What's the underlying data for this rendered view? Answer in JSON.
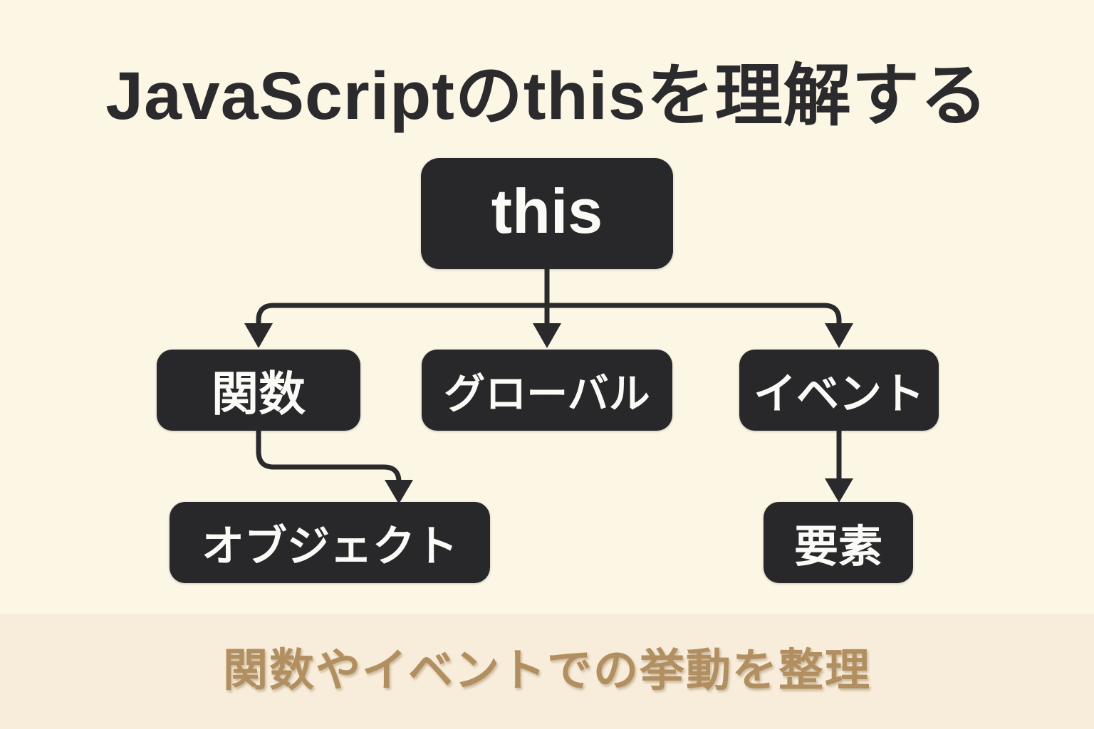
{
  "title": "JavaScriptのthisを理解する",
  "diagram": {
    "root": {
      "label": "this"
    },
    "children": [
      {
        "label": "関数"
      },
      {
        "label": "グローバル"
      },
      {
        "label": "イベント"
      }
    ],
    "leaves": [
      {
        "label": "オブジェクト",
        "parent": "関数"
      },
      {
        "label": "要素",
        "parent": "イベント"
      }
    ]
  },
  "footer": {
    "caption": "関数やイベントでの挙動を整理"
  },
  "colors": {
    "background": "#FCF6E5",
    "footer_background": "#F8EDDA",
    "node_background": "#28282B",
    "node_text": "#FAFAF6",
    "title_text": "#2B2B2E",
    "footer_text": "#B28F60",
    "arrow": "#2A2A2D"
  }
}
